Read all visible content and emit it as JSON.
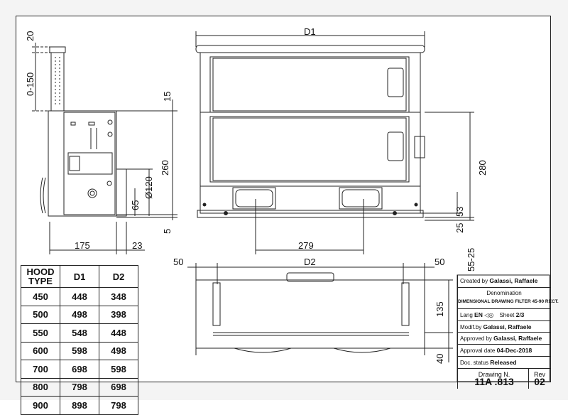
{
  "dimensions": {
    "d1_top": "D1",
    "d2_bottom": "D2",
    "side_20": "20",
    "side_0_150": "0-150",
    "side_15": "15",
    "side_260": "260",
    "side_120": "Ø120",
    "side_65": "65",
    "side_5": "5",
    "side_175": "175",
    "side_23": "23",
    "front_280": "280",
    "front_53": "53",
    "front_25": "25",
    "front_279": "279",
    "front_55_25": "55-25",
    "bottom_50_left": "50",
    "bottom_50_right": "50",
    "bottom_135": "135",
    "bottom_40": "40"
  },
  "hood_table": {
    "headers": [
      "HOOD TYPE",
      "D1",
      "D2"
    ],
    "rows": [
      [
        "450",
        "448",
        "348"
      ],
      [
        "500",
        "498",
        "398"
      ],
      [
        "550",
        "548",
        "448"
      ],
      [
        "600",
        "598",
        "498"
      ],
      [
        "700",
        "698",
        "598"
      ],
      [
        "800",
        "798",
        "698"
      ],
      [
        "900",
        "898",
        "798"
      ]
    ]
  },
  "title_block": {
    "created_label": "Created by",
    "created_value": "Galassi, Raffaele",
    "denomination_label": "Denomination",
    "denomination_value": "DIMENSIONAL DRAWING FILTER 45-90 RECT.",
    "lang_label": "Lang",
    "lang_value": "EN",
    "sheet_label": "Sheet",
    "sheet_value": "2/3",
    "modif_label": "Modif.by",
    "modif_value": "Galassi, Raffaele",
    "approved_label": "Approved by",
    "approved_value": "Galassi, Raffaele",
    "approval_date_label": "Approval date",
    "approval_date_value": "04-Dec-2018",
    "status_label": "Doc. status",
    "status_value": "Released",
    "drawing_label": "Drawing N.",
    "drawing_value": "11A .813",
    "rev_label": "Rev",
    "rev_value": "02"
  }
}
